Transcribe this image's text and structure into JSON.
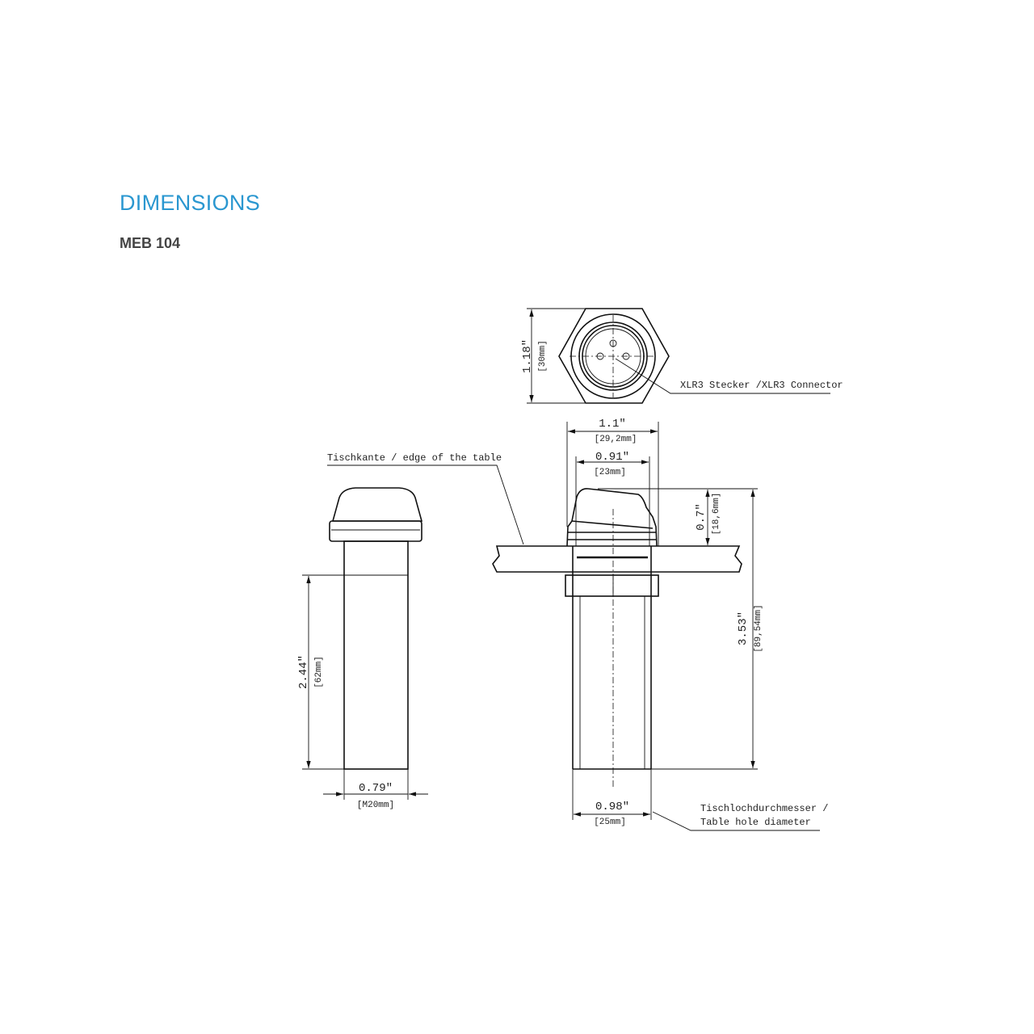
{
  "header": {
    "title": "DIMENSIONS",
    "model": "MEB 104"
  },
  "colors": {
    "title": "#2a97d0",
    "subtitle": "#444444",
    "lines": "#111111"
  },
  "top_view": {
    "height_in": "1.18\"",
    "height_mm": "[30mm]",
    "connector_label": "XLR3 Stecker /XLR3 Connector"
  },
  "side_view": {
    "body_length_in": "2.44\"",
    "body_length_mm": "[62mm]",
    "thread_in": "0.79\"",
    "thread_mm": "[M20mm]"
  },
  "mounted_view": {
    "table_edge_label": "Tischkante / edge of the table",
    "outer_width_in": "1.1\"",
    "outer_width_mm": "[29,2mm]",
    "inner_width_in": "0.91\"",
    "inner_width_mm": "[23mm]",
    "above_table_in": "0.7\"",
    "above_table_mm": "[18,6mm]",
    "total_length_in": "3.53\"",
    "total_length_mm": "[89,54mm]",
    "hole_in": "0.98\"",
    "hole_mm": "[25mm]",
    "hole_label_line1": "Tischlochdurchmesser /",
    "hole_label_line2": "Table hole diameter"
  }
}
